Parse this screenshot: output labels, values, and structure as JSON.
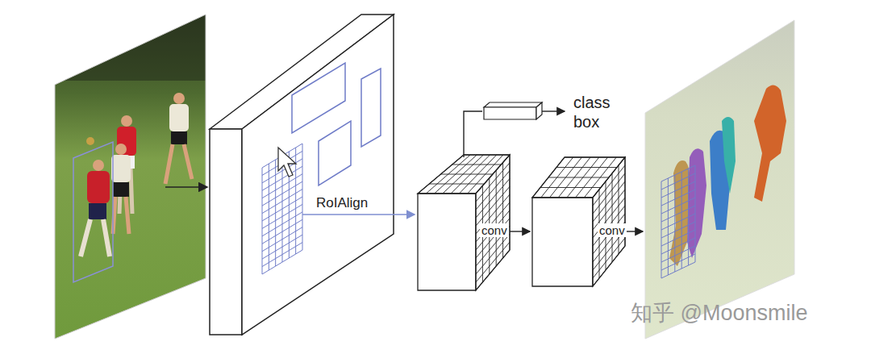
{
  "diagram": {
    "labels": [
      "RoIAlign",
      "class box",
      "conv",
      "conv",
      "知乎 @Moonsmile"
    ]
  }
}
